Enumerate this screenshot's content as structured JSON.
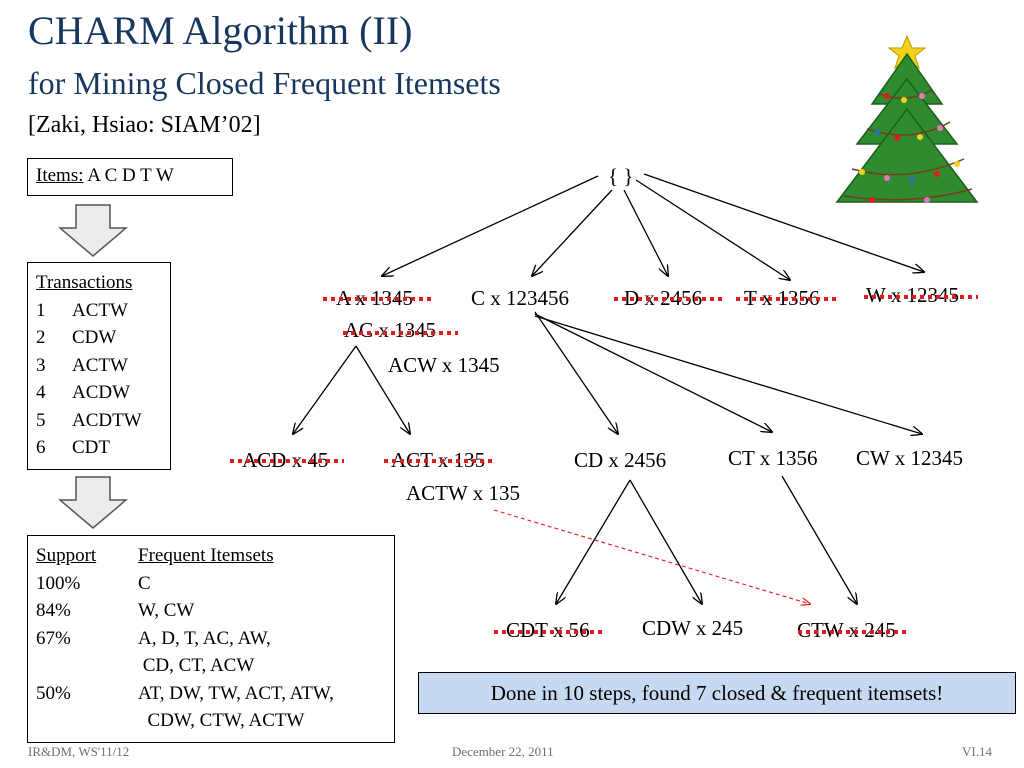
{
  "title": {
    "line1": "CHARM Algorithm (II)",
    "line2": "for Mining Closed Frequent Itemsets",
    "line3": "[Zaki, Hsiao: SIAM’02]"
  },
  "items_box": {
    "label": "Items:",
    "value": "A C D T W"
  },
  "transactions": {
    "header": "Transactions",
    "rows": [
      {
        "id": "1",
        "items": "ACTW"
      },
      {
        "id": "2",
        "items": "CDW"
      },
      {
        "id": "3",
        "items": "ACTW"
      },
      {
        "id": "4",
        "items": "ACDW"
      },
      {
        "id": "5",
        "items": "ACDTW"
      },
      {
        "id": "6",
        "items": "CDT"
      }
    ]
  },
  "results": {
    "col_support": "Support",
    "col_itemsets": "Frequent Itemsets",
    "rows": [
      {
        "support": "100%",
        "itemsets": "C"
      },
      {
        "support": "84%",
        "itemsets": "W, CW"
      },
      {
        "support": "67%",
        "itemsets": "A, D, T,  AC, AW,"
      },
      {
        "support": "",
        "itemsets": " CD, CT, ACW"
      },
      {
        "support": "50%",
        "itemsets": "AT, DW, TW, ACT, ATW,"
      },
      {
        "support": "",
        "itemsets": "  CDW, CTW, ACTW"
      }
    ]
  },
  "tree": {
    "root": "{ }",
    "nodes": {
      "a": "A x 1345",
      "c": "C x 123456",
      "d": "D x 2456",
      "t": "T x 1356",
      "w": "W x 12345",
      "ac": "AC x 1345",
      "acw": "ACW x 1345",
      "acd": "ACD x 45",
      "act": "ACT x 135",
      "actw": "ACTW x 135",
      "cd": "CD x 2456",
      "ct": "CT x 1356",
      "cw": "CW x 12345",
      "cdt": "CDT x 56",
      "cdw": "CDW x 245",
      "ctw": "CTW x 245"
    }
  },
  "done_text": "Done in 10 steps, found 7 closed & frequent itemsets!",
  "footer": {
    "left": "IR&DM, WS'11/12",
    "center": "December 22, 2011",
    "right": "VI.14"
  },
  "colors": {
    "title": "#17375e",
    "strike": "#e41a1c",
    "done_bg": "#c6d9f1",
    "tree_green": "#2e8b2e"
  },
  "icons": {
    "decoration": "christmas-tree-icon",
    "flow_arrow": "down-arrow-icon"
  }
}
